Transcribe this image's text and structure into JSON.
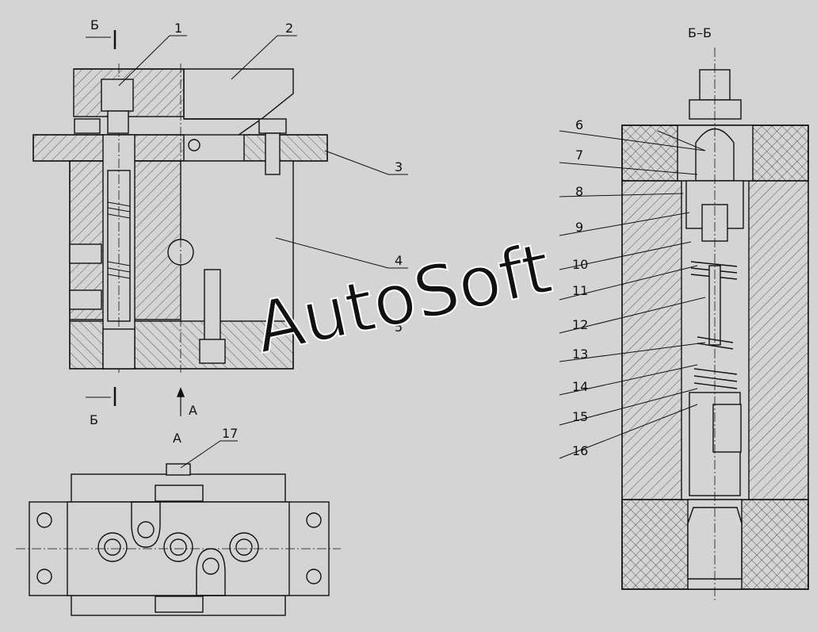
{
  "drawing": {
    "section_label": "Б–Б",
    "view_label": "А",
    "view_arrow_label": "А",
    "section_mark_top": "Б",
    "section_mark_bottom": "Б",
    "watermark": "AutoSoft",
    "callouts": [
      "1",
      "2",
      "3",
      "4",
      "5",
      "6",
      "7",
      "8",
      "9",
      "10",
      "11",
      "12",
      "13",
      "14",
      "15",
      "16",
      "17"
    ]
  },
  "colors": {
    "background": "#d4d4d4",
    "line": "#111111",
    "watermark": "#ffffff"
  }
}
